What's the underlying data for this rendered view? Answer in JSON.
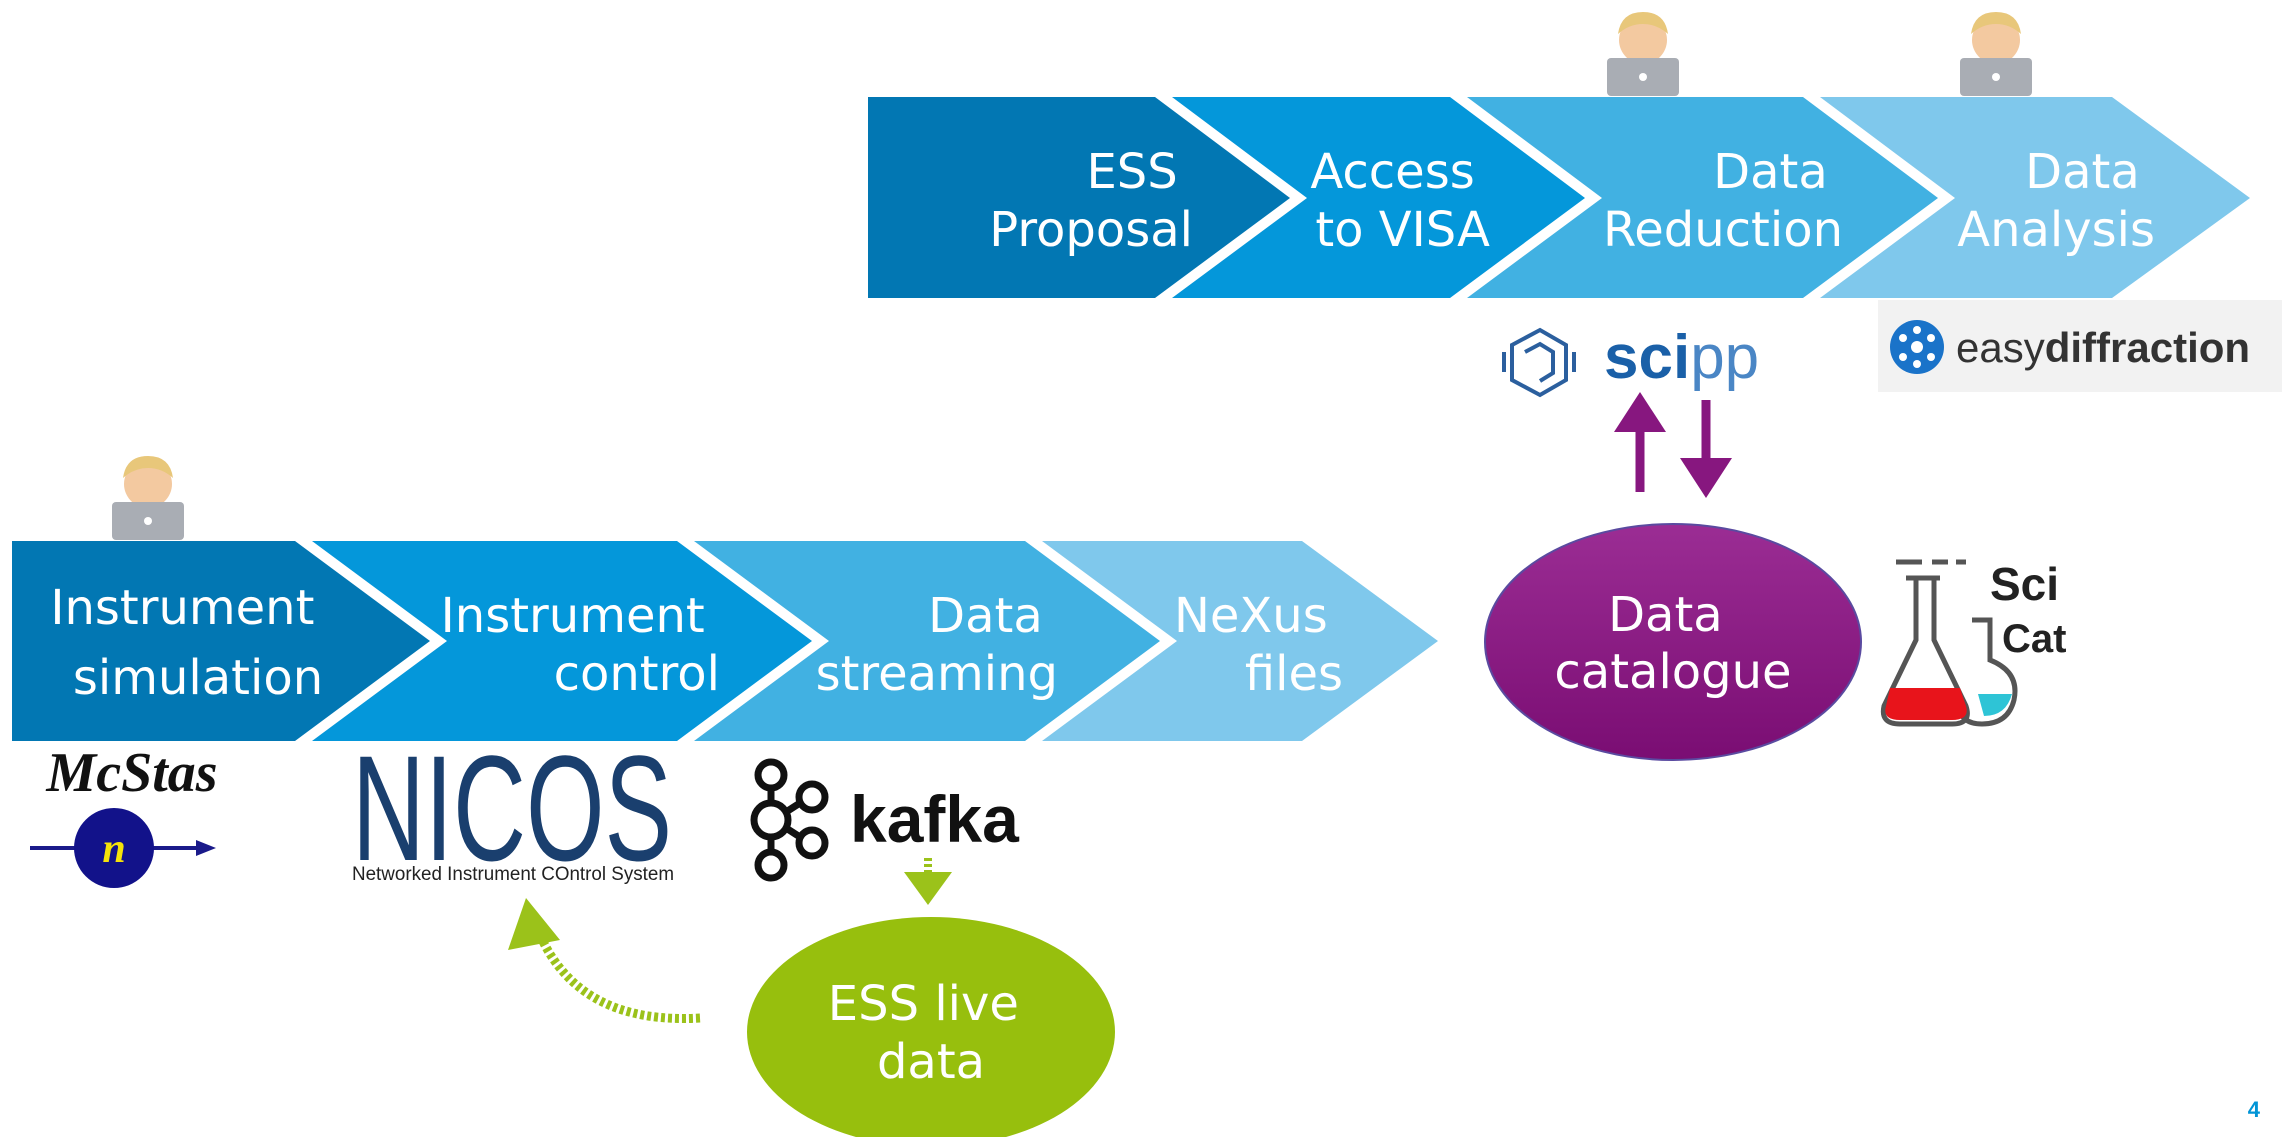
{
  "top_chain": {
    "step1": [
      "ESS",
      "Proposal"
    ],
    "step2": [
      "Access",
      "to VISA"
    ],
    "step3": [
      "Data",
      "Reduction"
    ],
    "step4": [
      "Data",
      "Analysis"
    ]
  },
  "bottom_chain": {
    "step1": [
      "Instrument",
      "simulation"
    ],
    "step2": [
      "Instrument",
      "control"
    ],
    "step3": [
      "Data",
      "streaming"
    ],
    "step4": [
      "NeXus",
      "files"
    ]
  },
  "catalogue": [
    "Data",
    "catalogue"
  ],
  "live_data": [
    "ESS live",
    "data"
  ],
  "logos": {
    "scipp_a": "sci",
    "scipp_b": "pp",
    "easy_a": "easy",
    "easy_b": "diffraction",
    "scicat_a": "Sci",
    "scicat_b": "Cat",
    "mcstas": "McStas",
    "mcstas_n": "n",
    "nicos": "NICOS",
    "nicos_sub": "Networked Instrument COntrol System",
    "kafka": "kafka"
  },
  "page_number": "4",
  "colors": {
    "dark_blue": "#0277b3",
    "mid_blue": "#0497da",
    "light_blue": "#41b1e2",
    "pale_blue": "#7fc8ec",
    "catalogue_purple": "#8b1682",
    "live_green": "#97bf0d",
    "arrow_purple": "#87177f"
  },
  "icons": [
    "user-at-laptop-icon",
    "scipp-logo-icon",
    "easydiffraction-logo-icon",
    "scicat-flask-icon",
    "neutron-icon",
    "kafka-logo-icon"
  ]
}
